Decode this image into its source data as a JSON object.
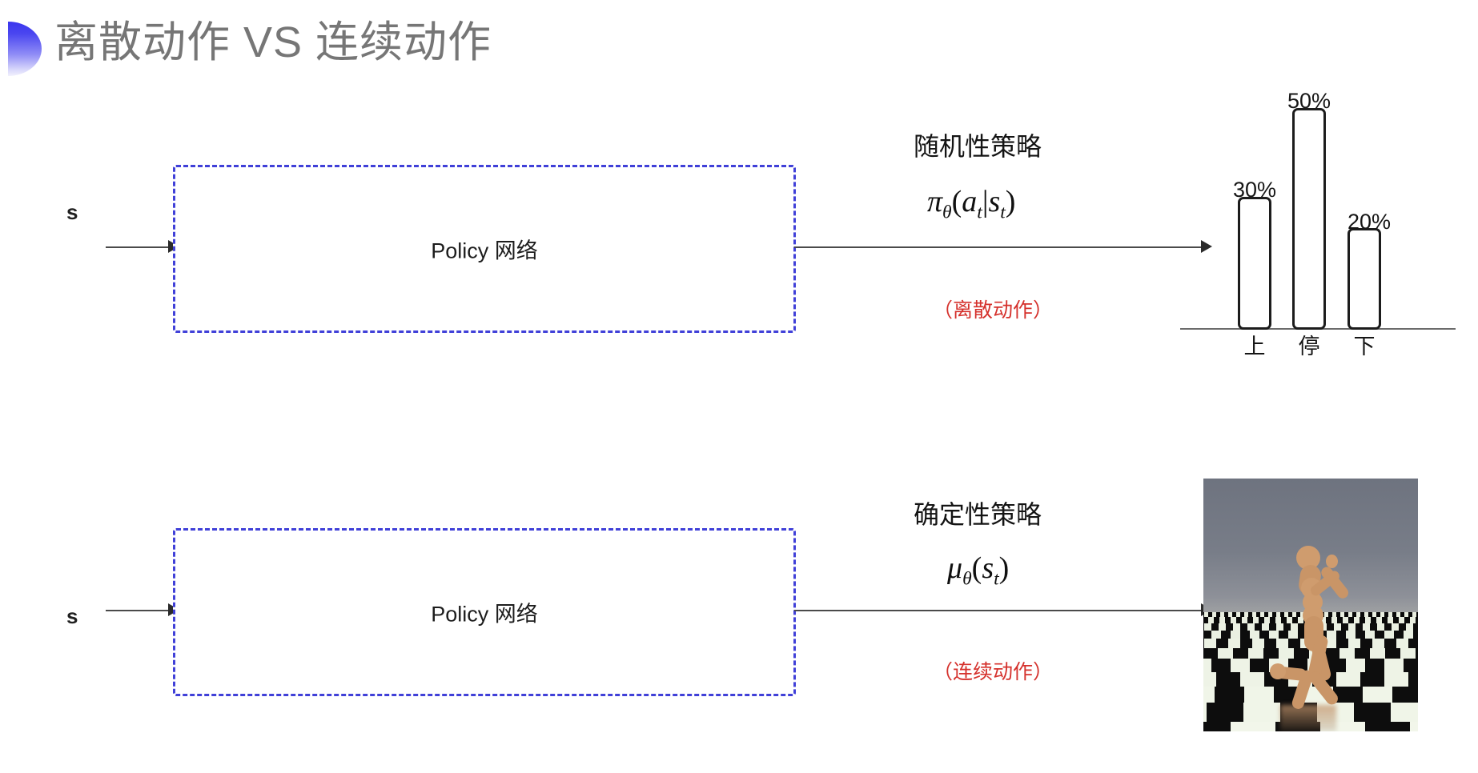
{
  "slide": {
    "title": "离散动作 VS 连续动作",
    "bullet_icon": "half-circle-bullet-icon",
    "title_color": "#767676",
    "accent_color": "#3a35ee",
    "dashed_box_color": "#4040d8",
    "red_color": "#d5312c",
    "background": "#ffffff"
  },
  "rows": [
    {
      "id": "discrete",
      "input_label": "s",
      "box_label": "Policy 网络",
      "caption_title": "随机性策略",
      "caption_formula": "πθ(at|st)",
      "caption_note": "（离散动作）",
      "output_kind": "bar-chart"
    },
    {
      "id": "continuous",
      "input_label": "s",
      "box_label": "Policy 网络",
      "caption_title": "确定性策略",
      "caption_formula": "μθ(st)",
      "caption_note": "（连续动作）",
      "output_kind": "humanoid-simulation-image"
    }
  ],
  "chart_data": {
    "type": "bar",
    "title": "",
    "xlabel": "",
    "ylabel": "",
    "categories": [
      "上",
      "停",
      "下"
    ],
    "values": [
      30,
      50,
      20
    ],
    "value_labels": [
      "30%",
      "50%",
      "20%"
    ],
    "ylim": [
      0,
      55
    ],
    "grid": false,
    "legend": "none",
    "bar_style": {
      "fill": "#ffffff",
      "stroke": "#1c1c1c",
      "rounded": true
    },
    "axis_color": "#6b6b6b"
  },
  "sim_image": {
    "alt": "MuJoCo humanoid kneeling on checkerboard floor",
    "sky_color": "#6e737f",
    "floor_colors": [
      "#000000",
      "#eef2e6"
    ],
    "body_color": "#c99567"
  }
}
